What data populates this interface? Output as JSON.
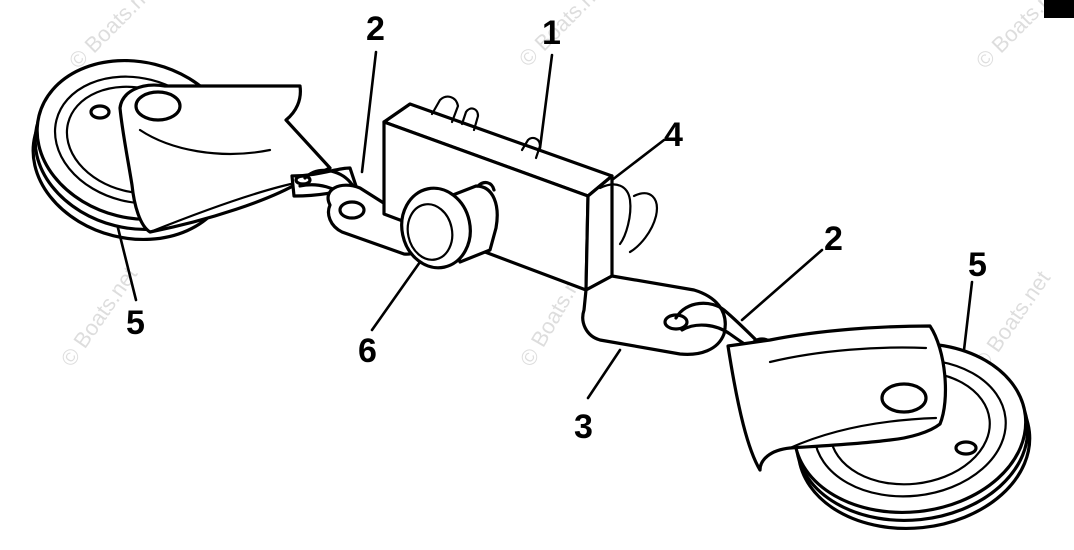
{
  "part_labels": {
    "label_1": "1",
    "label_2_left": "2",
    "label_2_right": "2",
    "label_3": "3",
    "label_4": "4",
    "label_5_left": "5",
    "label_5_right": "5",
    "label_6": "6"
  },
  "watermarks": {
    "text": "© Boats.net"
  },
  "colors": {
    "ink": "#000000",
    "background": "#ffffff"
  }
}
